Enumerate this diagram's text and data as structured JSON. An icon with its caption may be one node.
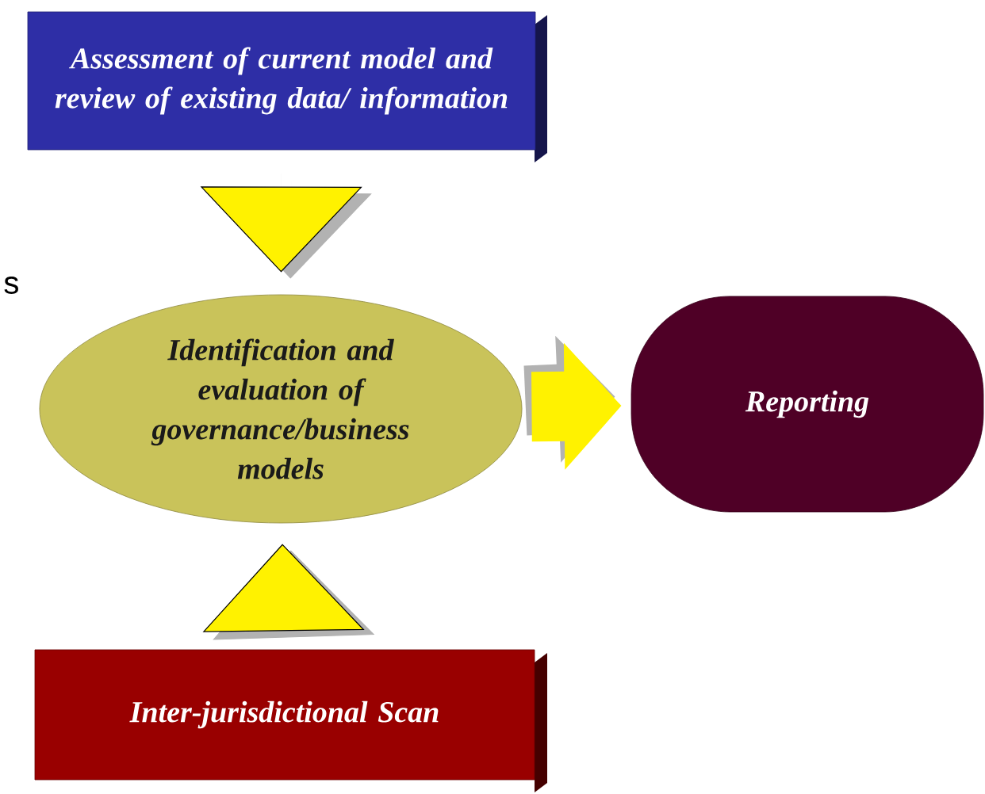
{
  "diagram": {
    "nodes": [
      {
        "text": [
          "Assessment of current model and review of existing data/ information"
        ]
      },
      {
        "text": [
          "Identification and evaluation of governance/business models"
        ]
      },
      {
        "text": [
          "Reporting"
        ]
      },
      {
        "text": [
          "Inter-jurisdictional Scan"
        ]
      }
    ],
    "edges": [
      {
        "from": 0,
        "to": 1,
        "arrow": "to"
      },
      {
        "from": 3,
        "to": 1,
        "arrow": "to"
      },
      {
        "from": 1,
        "to": 2,
        "arrow": "to"
      }
    ],
    "labels": [
      "s"
    ]
  }
}
